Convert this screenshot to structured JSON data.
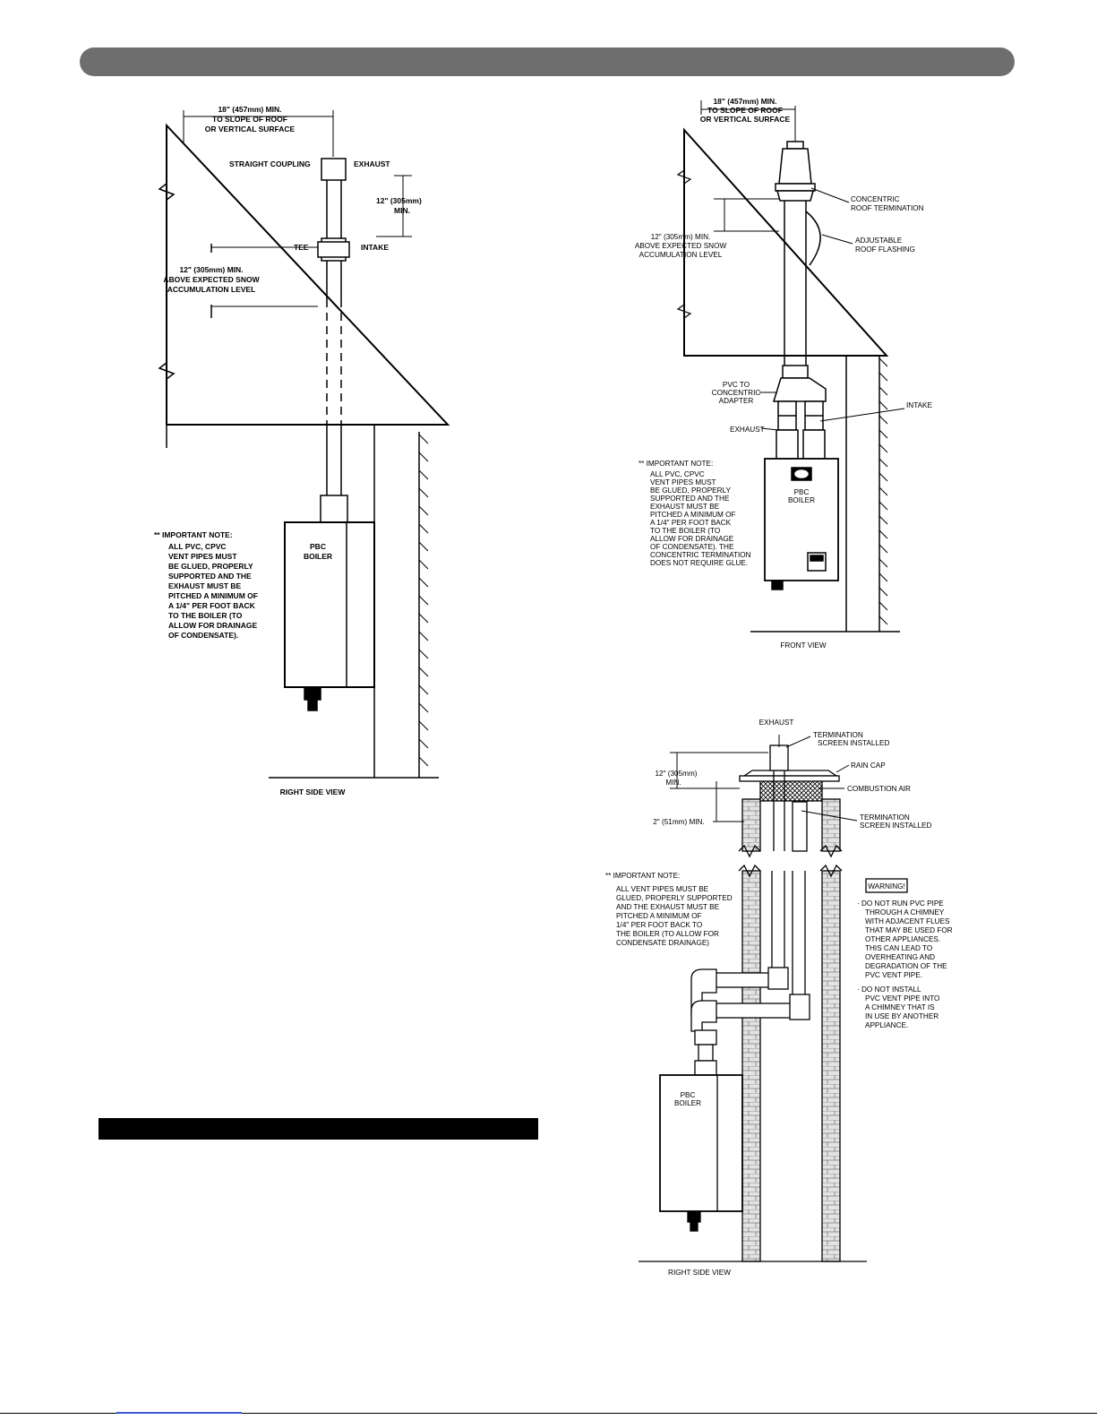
{
  "left_diagram": {
    "clearance_line1": "18\" (457mm) MIN.",
    "clearance_line2": "TO SLOPE OF ROOF",
    "clearance_line3": "OR VERTICAL SURFACE",
    "straight_coupling": "STRAIGHT COUPLING",
    "exhaust": "EXHAUST",
    "dim12_line1": "12\" (305mm)",
    "dim12_line2": "MIN.",
    "tee": "TEE",
    "intake": "INTAKE",
    "snow_line1": "12\" (305mm) MIN.",
    "snow_line2": "ABOVE EXPECTED SNOW",
    "snow_line3": "ACCUMULATION LEVEL",
    "boiler_line1": "PBC",
    "boiler_line2": "BOILER",
    "note_title": "** IMPORTANT NOTE:",
    "note_lines": [
      "ALL PVC, CPVC",
      "VENT PIPES MUST",
      "BE GLUED, PROPERLY",
      "SUPPORTED AND THE",
      "EXHAUST MUST BE",
      "PITCHED A MINIMUM OF",
      "A 1/4\" PER FOOT BACK",
      "TO THE BOILER (TO",
      "ALLOW FOR DRAINAGE",
      "OF CONDENSATE)."
    ],
    "view_label": "RIGHT SIDE VIEW"
  },
  "right_top_diagram": {
    "clearance_line1": "18\" (457mm) MIN.",
    "clearance_line2": "TO SLOPE OF ROOF",
    "clearance_line3": "OR VERTICAL SURFACE",
    "concentric_line1": "CONCENTRIC",
    "concentric_line2": "ROOF TERMINATION",
    "snow_line1": "12\" (305mm) MIN.",
    "snow_line2": "ABOVE EXPECTED SNOW",
    "snow_line3": "ACCUMULATION LEVEL",
    "flashing_line1": "ADJUSTABLE",
    "flashing_line2": "ROOF FLASHING",
    "adapter_line1": "PVC TO",
    "adapter_line2": "CONCENTRIC",
    "adapter_line3": "ADAPTER",
    "intake": "INTAKE",
    "exhaust": "EXHAUST",
    "boiler_line1": "PBC",
    "boiler_line2": "BOILER",
    "note_title": "** IMPORTANT NOTE:",
    "note_lines": [
      "ALL PVC, CPVC",
      "VENT PIPES MUST",
      "BE GLUED, PROPERLY",
      "SUPPORTED AND THE",
      "EXHAUST MUST BE",
      "PITCHED A MINIMUM OF",
      "A 1/4\" PER FOOT BACK",
      "TO THE BOILER (TO",
      "ALLOW FOR DRAINAGE",
      "OF CONDENSATE).  THE",
      "CONCENTRIC TERMINATION",
      "DOES NOT REQUIRE GLUE."
    ],
    "view_label": "FRONT VIEW"
  },
  "right_bottom_diagram": {
    "exhaust": "EXHAUST",
    "screen1_line1": "TERMINATION",
    "screen1_line2": "SCREEN INSTALLED",
    "rain_cap": "RAIN CAP",
    "combustion_air": "COMBUSTION AIR",
    "screen2_line1": "TERMINATION",
    "screen2_line2": "SCREEN INSTALLED",
    "dim12_line1": "12\" (305mm)",
    "dim12_line2": "MIN.",
    "dim2": "2\" (51mm) MIN.",
    "note_title": "** IMPORTANT NOTE:",
    "note_lines": [
      "ALL VENT PIPES MUST BE",
      "GLUED, PROPERLY SUPPORTED",
      "AND THE EXHAUST MUST BE",
      "PITCHED A MINIMUM OF",
      "1/4\" PER FOOT BACK TO",
      "THE BOILER (TO ALLOW FOR",
      "CONDENSATE DRAINAGE)"
    ],
    "warning_title": "WARNING!",
    "warning1_lines": [
      "· DO NOT RUN PVC PIPE",
      "THROUGH A CHIMNEY",
      "WITH ADJACENT FLUES",
      "THAT MAY BE USED FOR",
      "OTHER APPLIANCES.",
      "THIS CAN LEAD TO",
      "OVERHEATING AND",
      "DEGRADATION OF THE",
      "PVC VENT PIPE."
    ],
    "warning2_lines": [
      "· DO NOT INSTALL",
      "PVC VENT PIPE INTO",
      "A CHIMNEY THAT IS",
      "IN USE BY ANOTHER",
      "APPLIANCE."
    ],
    "boiler_line1": "PBC",
    "boiler_line2": "BOILER",
    "view_label": "RIGHT SIDE VIEW"
  }
}
